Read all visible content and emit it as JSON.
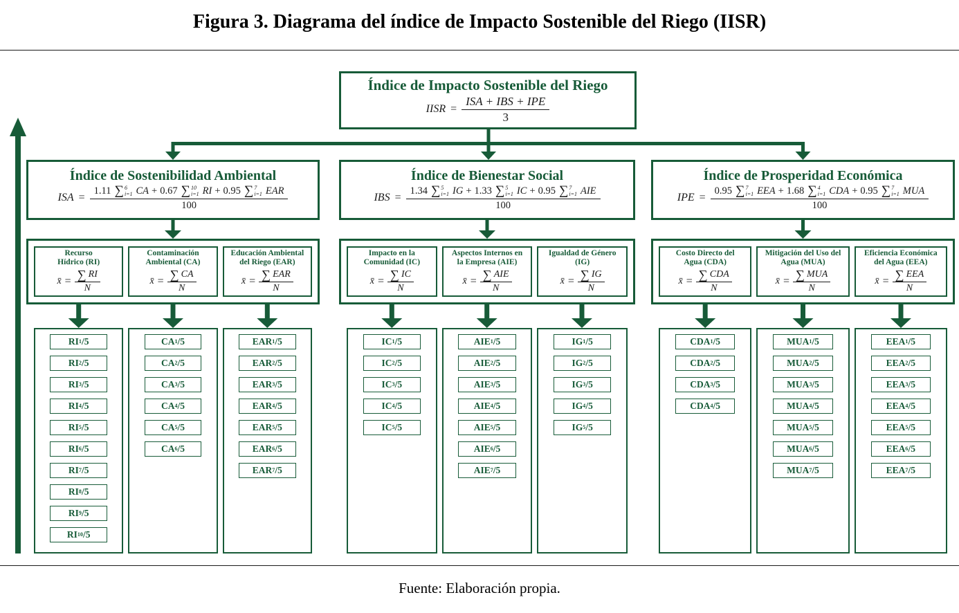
{
  "colors": {
    "accent_green": "#175B38",
    "text_black": "#1a1a1a"
  },
  "figure": {
    "title": "Figura 3. Diagrama del índice de Impacto Sostenible del Riego (IISR)",
    "source": "Fuente: Elaboración propia."
  },
  "symbols": {
    "plus": "+",
    "equals": "=",
    "sum": "∑",
    "xbar": "x̄",
    "n_label": "N"
  },
  "root": {
    "title": "Índice de Impacto Sostenible del Riego",
    "lhs": "IISR",
    "num": "ISA + IBS + IPE",
    "den": "3"
  },
  "branches": [
    {
      "title": "Índice de Sostenibilidad Ambiental",
      "lhs": "ISA",
      "den": "100",
      "terms": [
        {
          "coef": "1.11",
          "upper": "6",
          "lower": "i=1",
          "var": "CA"
        },
        {
          "coef": "0.67",
          "upper": "10",
          "lower": "i=1",
          "var": "RI"
        },
        {
          "coef": "0.95",
          "upper": "7",
          "lower": "i=1",
          "var": "EAR"
        }
      ],
      "metrics": [
        {
          "l1": "Recurso",
          "l2": "Hídrico (RI)",
          "var": "RI",
          "items": [
            {
              "t": "RI",
              "s": "1",
              "suf": "/5"
            },
            {
              "t": "RI",
              "s": "2",
              "suf": "/5"
            },
            {
              "t": "RI",
              "s": "3",
              "suf": "/5"
            },
            {
              "t": "RI",
              "s": "4",
              "suf": "/5"
            },
            {
              "t": "RI",
              "s": "5",
              "suf": "/5"
            },
            {
              "t": "RI",
              "s": "6",
              "suf": "/5"
            },
            {
              "t": "RI",
              "s": "7",
              "suf": "/5"
            },
            {
              "t": "RI",
              "s": "8",
              "suf": "/5"
            },
            {
              "t": "RI",
              "s": "9",
              "suf": "/5"
            },
            {
              "t": "RI",
              "s": "10",
              "suf": "/5"
            }
          ]
        },
        {
          "l1": "Contaminación",
          "l2": "Ambiental (CA)",
          "var": "CA",
          "items": [
            {
              "t": "CA",
              "s": "1",
              "suf": "/5"
            },
            {
              "t": "CA",
              "s": "2",
              "suf": "/5"
            },
            {
              "t": "CA",
              "s": "3",
              "suf": "/5"
            },
            {
              "t": "CA",
              "s": "4",
              "suf": "/5"
            },
            {
              "t": "CA",
              "s": "5",
              "suf": "/5"
            },
            {
              "t": "CA",
              "s": "6",
              "suf": "/5"
            }
          ]
        },
        {
          "l1": "Educación Ambiental",
          "l2": "del Riego (EAR)",
          "var": "EAR",
          "items": [
            {
              "t": "EAR",
              "s": "1",
              "suf": "/5"
            },
            {
              "t": "EAR",
              "s": "2",
              "suf": "/5"
            },
            {
              "t": "EAR",
              "s": "3",
              "suf": "/5"
            },
            {
              "t": "EAR",
              "s": "4",
              "suf": "/5"
            },
            {
              "t": "EAR",
              "s": "5",
              "suf": "/5"
            },
            {
              "t": "EAR",
              "s": "6",
              "suf": "/5"
            },
            {
              "t": "EAR",
              "s": "7",
              "suf": "/5"
            }
          ]
        }
      ]
    },
    {
      "title": "Índice de Bienestar Social",
      "lhs": "IBS",
      "den": "100",
      "terms": [
        {
          "coef": "1.34",
          "upper": "5",
          "lower": "i=1",
          "var": "IG"
        },
        {
          "coef": "1.33",
          "upper": "5",
          "lower": "i=1",
          "var": "IC"
        },
        {
          "coef": "0.95",
          "upper": "7",
          "lower": "i=1",
          "var": "AIE"
        }
      ],
      "metrics": [
        {
          "l1": "Impacto en la",
          "l2": "Comunidad (IC)",
          "var": "IC",
          "items": [
            {
              "t": "IC",
              "s": "1",
              "suf": "/5"
            },
            {
              "t": "IC",
              "s": "2",
              "suf": "/5"
            },
            {
              "t": "IC",
              "s": "3",
              "suf": "/5"
            },
            {
              "t": "IC",
              "s": "4",
              "suf": "/5"
            },
            {
              "t": "IC",
              "s": "5",
              "suf": "/5"
            }
          ]
        },
        {
          "l1": "Aspectos Internos en",
          "l2": "la Empresa (AIE)",
          "var": "AIE",
          "items": [
            {
              "t": "AIE",
              "s": "1",
              "suf": "/5"
            },
            {
              "t": "AIE",
              "s": "2",
              "suf": "/5"
            },
            {
              "t": "AIE",
              "s": "3",
              "suf": "/5"
            },
            {
              "t": "AIE",
              "s": "4",
              "suf": "/5"
            },
            {
              "t": "AIE",
              "s": "5",
              "suf": "/5"
            },
            {
              "t": "AIE",
              "s": "6",
              "suf": "/5"
            },
            {
              "t": "AIE",
              "s": "7",
              "suf": "/5"
            }
          ]
        },
        {
          "l1": "Igualdad de Género",
          "l2": "(IG)",
          "var": "IG",
          "items": [
            {
              "t": "IG",
              "s": "1",
              "suf": "/5"
            },
            {
              "t": "IG",
              "s": "2",
              "suf": "/5"
            },
            {
              "t": "IG",
              "s": "3",
              "suf": "/5"
            },
            {
              "t": "IG",
              "s": "4",
              "suf": "/5"
            },
            {
              "t": "IG",
              "s": "5",
              "suf": "/5"
            }
          ]
        }
      ]
    },
    {
      "title": "Índice de Prosperidad Económica",
      "lhs": "IPE",
      "den": "100",
      "terms": [
        {
          "coef": "0.95",
          "upper": "7",
          "lower": "i=1",
          "var": "EEA"
        },
        {
          "coef": "1.68",
          "upper": "4",
          "lower": "i=1",
          "var": "CDA"
        },
        {
          "coef": "0.95",
          "upper": "7",
          "lower": "i=1",
          "var": "MUA"
        }
      ],
      "metrics": [
        {
          "l1": "Costo Directo del",
          "l2": "Agua (CDA)",
          "var": "CDA",
          "items": [
            {
              "t": "CDA",
              "s": "1",
              "suf": "/5"
            },
            {
              "t": "CDA",
              "s": "2",
              "suf": "/5"
            },
            {
              "t": "CDA",
              "s": "3",
              "suf": "/5"
            },
            {
              "t": "CDA",
              "s": "4",
              "suf": "/5"
            }
          ]
        },
        {
          "l1": "Mitigación del Uso del",
          "l2": "Agua (MUA)",
          "var": "MUA",
          "items": [
            {
              "t": "MUA",
              "s": "1",
              "suf": "/5"
            },
            {
              "t": "MUA",
              "s": "2",
              "suf": "/5"
            },
            {
              "t": "MUA",
              "s": "3",
              "suf": "/5"
            },
            {
              "t": "MUA",
              "s": "4",
              "suf": "/5"
            },
            {
              "t": "MUA",
              "s": "5",
              "suf": "/5"
            },
            {
              "t": "MUA",
              "s": "6",
              "suf": "/5"
            },
            {
              "t": "MUA",
              "s": "7",
              "suf": "/5"
            }
          ]
        },
        {
          "l1": "Eficiencia Económica",
          "l2": "del Agua (EEA)",
          "var": "EEA",
          "items": [
            {
              "t": "EEA",
              "s": "1",
              "suf": "/5"
            },
            {
              "t": "EEA",
              "s": "2",
              "suf": "/5"
            },
            {
              "t": "EEA",
              "s": "3",
              "suf": "/5"
            },
            {
              "t": "EEA",
              "s": "4",
              "suf": "/5"
            },
            {
              "t": "EEA",
              "s": "5",
              "suf": "/5"
            },
            {
              "t": "EEA",
              "s": "6",
              "suf": "/5"
            },
            {
              "t": "EEA",
              "s": "7",
              "suf": "/5"
            }
          ]
        }
      ]
    }
  ]
}
